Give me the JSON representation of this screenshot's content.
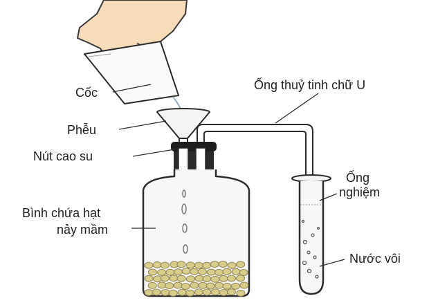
{
  "labels": {
    "coc": "Cốc",
    "pheu": "Phễu",
    "nut_cao_su": "Nút cao su",
    "ong_thuy_tinh": "Ống thuỷ tinh chữ U",
    "binh_line1": "Bình chứa hạt",
    "binh_line2": "nảy mầm",
    "ong_nghiem_line1": "Ống",
    "ong_nghiem_line2": "nghiệm",
    "nuoc_voi": "Nước vôi"
  },
  "colors": {
    "outline": "#2b2b2b",
    "glass_fill": "#f4f4f4",
    "seed": "#d8cc8a",
    "seed_dark": "#8f8450",
    "hand": "#f6dcb8",
    "stopper": "#1e1e1e"
  }
}
